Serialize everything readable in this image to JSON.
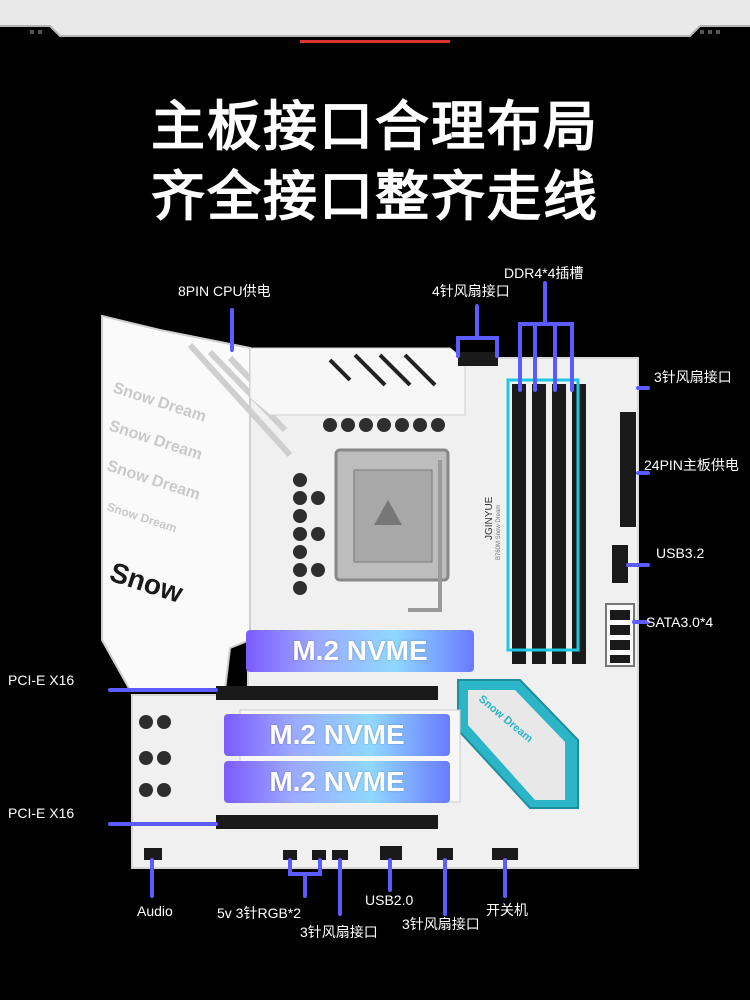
{
  "headline": {
    "line1": "主板接口合理布局",
    "line2": "齐全接口整齐走线"
  },
  "callouts": {
    "cpu_power": "8PIN CPU供电",
    "fan_top": "4针风扇接口",
    "ddr": "DDR4*4插槽",
    "fan_right": "3针风扇接口",
    "atx_power": "24PIN主板供电",
    "usb32": "USB3.2",
    "sata": "SATA3.0*4",
    "pcie1": "PCI-E X16",
    "pcie2": "PCI-E X16",
    "audio": "Audio",
    "rgb": "5v 3针RGB*2",
    "fan_bottom1": "3针风扇接口",
    "usb20": "USB2.0",
    "fan_bottom2": "3针风扇接口",
    "power_switch": "开关机"
  },
  "m2_slots": [
    "M.2 NVME",
    "M.2 NVME",
    "M.2 NVME"
  ],
  "board_text": {
    "brand_stack": [
      "Snow Dream",
      "Snow Dream",
      "Snow Dream",
      "Snow Dream"
    ],
    "brand_big": "Snow",
    "chipset_text": "JGINYUE",
    "chipset_subtext": "B760M Snow Dream",
    "heatsink_text": "Snow Dream"
  },
  "colors": {
    "accent_line": "#5b5bff",
    "accent_cyan": "#19c6d6",
    "m2_gradient_start": "#7b5bff",
    "m2_gradient_end": "#8fd8ff",
    "pcb": "#f2f2f2",
    "background": "#000000"
  }
}
